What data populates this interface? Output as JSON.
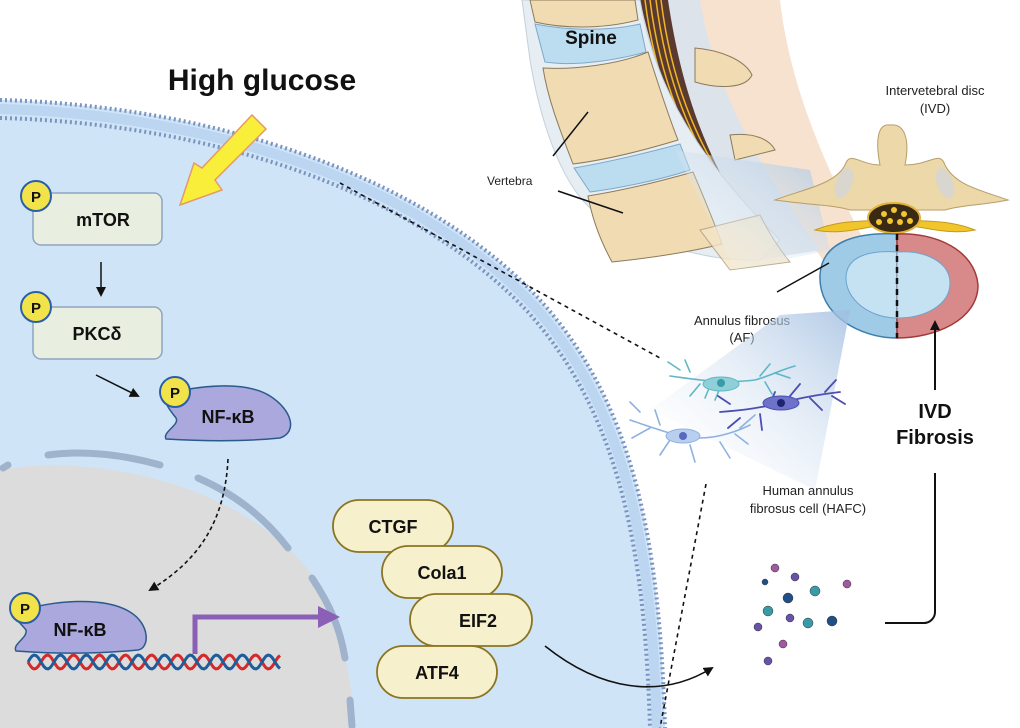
{
  "title": "High glucose",
  "colors": {
    "cytoplasm": "#cfe5f7",
    "membrane_dots": "#6f88b8",
    "nucleus": "#dcdcdc",
    "box_fill": "#e8efe0",
    "box_stroke": "#8fa3c2",
    "phospho_fill": "#f3e34a",
    "phospho_stroke": "#2a5fa8",
    "nfkb_fill": "#aaa8dc",
    "nfkb_stroke": "#2a5a8c",
    "gene_fill": "#f6f1cc",
    "gene_stroke": "#8a7420",
    "transcription_arrow": "#8a5fb5",
    "dna_red": "#d52a2a",
    "dna_blue": "#1f5d9a",
    "glucose_arrow": "#f9ef3a",
    "af_blue": "#9fcbe6",
    "af_red": "#d88a8a"
  },
  "pathway": {
    "phospho_label": "P",
    "kinases": [
      "mTOR",
      "PKCδ"
    ],
    "nfkb_cytoplasm": "NF-κB",
    "nfkb_nucleus": "NF-κB",
    "genes": [
      "CTGF",
      "Cola1",
      "EIF2",
      "ATF4"
    ]
  },
  "anatomy": {
    "spine_label": "Spine",
    "vertebra_label": "Vertebra",
    "ivd_label_line1": "Intervetebral disc",
    "ivd_label_line2": "(IVD)",
    "af_label_line1": "Annulus fibrosus",
    "af_label_line2": "(AF)",
    "hafc_label_line1": "Human annulus",
    "hafc_label_line2": "fibrosus cell (HAFC)",
    "fibrosis_line1": "IVD",
    "fibrosis_line2": "Fibrosis"
  },
  "secreted_particles": [
    {
      "color": "#a05aa0"
    },
    {
      "color": "#6a52aa"
    },
    {
      "color": "#1f4f86"
    },
    {
      "color": "#3a9ba8"
    },
    {
      "color": "#1f4f86"
    },
    {
      "color": "#a05aa0"
    },
    {
      "color": "#3a9ba8"
    },
    {
      "color": "#6a52aa"
    },
    {
      "color": "#3a9ba8"
    },
    {
      "color": "#1f4f86"
    },
    {
      "color": "#6a52aa"
    },
    {
      "color": "#a05aa0"
    },
    {
      "color": "#6a52aa"
    }
  ]
}
